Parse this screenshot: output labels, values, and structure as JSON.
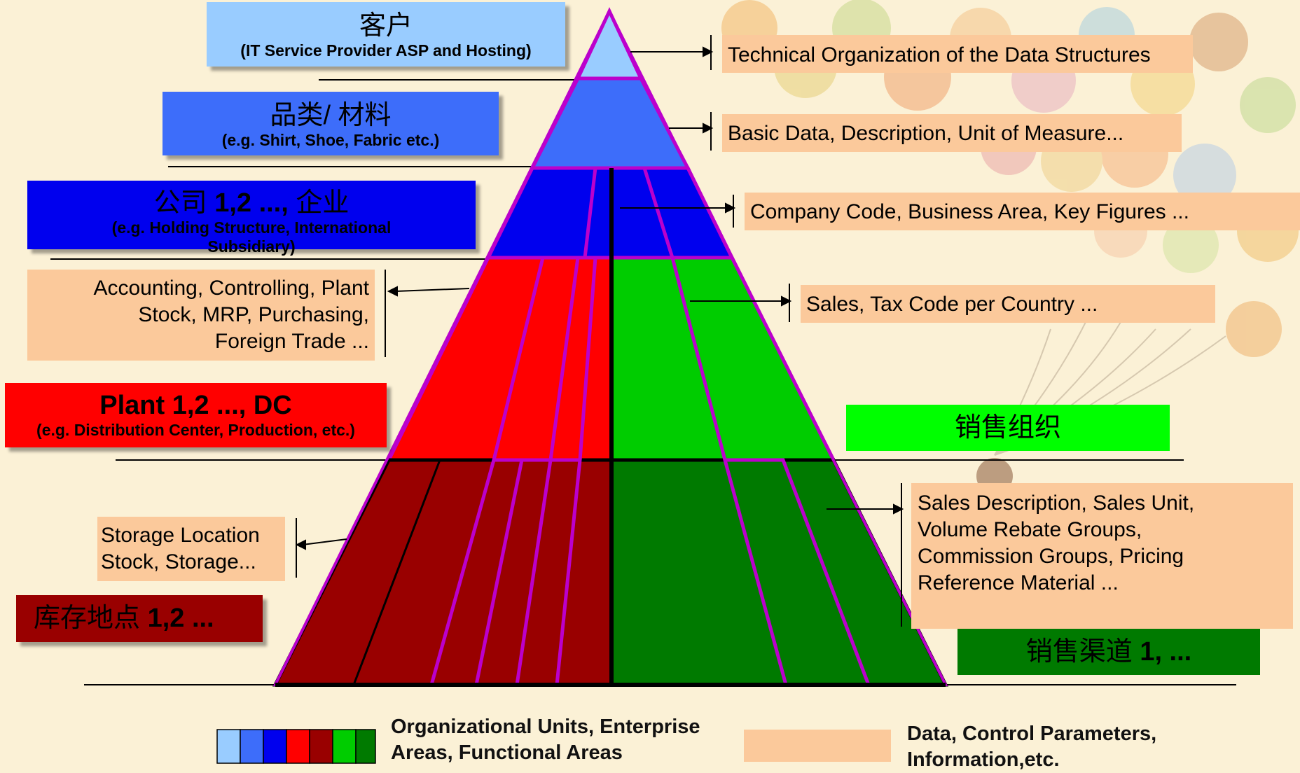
{
  "colors": {
    "light_blue": "#99ccff",
    "mid_blue": "#3d6dfa",
    "blue": "#0000ee",
    "red": "#ff0000",
    "dark_red": "#990000",
    "green": "#00cc00",
    "dark_green": "#007a00",
    "bright_green": "#00ff00",
    "magenta_outline": "#bb00cc",
    "info_fill": "#fbc99b"
  },
  "levels": {
    "client": {
      "title": "客户",
      "subtitle": "(IT Service Provider ASP and Hosting)"
    },
    "material": {
      "title": "品类/ 材料",
      "subtitle": "(e.g. Shirt, Shoe, Fabric etc.)"
    },
    "company": {
      "title_a": "公司 ",
      "title_b": "1,2 ...,",
      "title_c": " 企业",
      "subtitle": "(e.g. Holding Structure, International Subsidiary)"
    },
    "plant": {
      "title": "Plant 1,2 ..., DC",
      "subtitle": "(e.g. Distribution Center, Production, etc.)"
    },
    "storage": {
      "title_a": "库存地点 ",
      "title_b": "1,2 ..."
    },
    "sales_org": {
      "title": "销售组织"
    },
    "channel": {
      "title_a": "销售渠道 ",
      "title_b": "1, ..."
    }
  },
  "info": {
    "technical": "Technical Organization of the Data Structures",
    "basic": "Basic Data, Description, Unit of Measure...",
    "company_code": "Company Code, Business Area, Key Figures ...",
    "accounting": "Accounting, Controlling, Plant\nStock, MRP, Purchasing,\nForeign Trade ...",
    "sales_tax": "Sales, Tax Code per Country ...",
    "storage": "Storage Location\nStock, Storage...",
    "sales_desc": "Sales Description, Sales Unit,\nVolume Rebate Groups,\nCommission Groups, Pricing\nReference Material ..."
  },
  "legend": {
    "org_units": "Organizational Units, Enterprise\nAreas, Functional Areas",
    "data": "Data, Control Parameters,\nInformation,etc."
  }
}
